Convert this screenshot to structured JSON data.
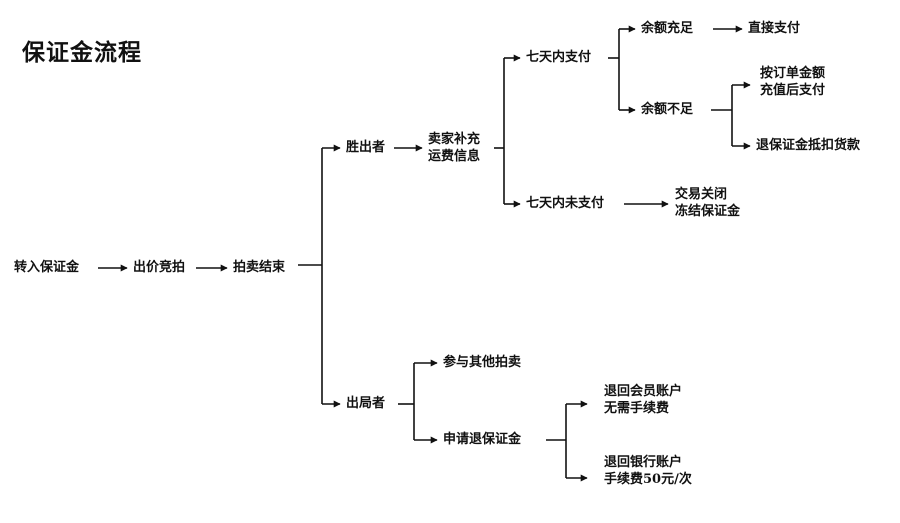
{
  "title": "保证金流程",
  "nodes": {
    "transfer_deposit": "转入保证金",
    "bid": "出价竞拍",
    "auction_end": "拍卖结束",
    "winner": "胜出者",
    "seller_supplement": [
      "卖家补充",
      "运费信息"
    ],
    "pay_within_7_days": "七天内支付",
    "balance_sufficient": "余额充足",
    "direct_pay": "直接支付",
    "balance_insufficient": "余额不足",
    "topup_then_pay": [
      "按订单金额",
      "充值后支付"
    ],
    "refund_deduct": "退保证金抵扣货款",
    "not_paid_within_7_days": "七天内未支付",
    "trade_closed": [
      "交易关闭",
      "冻结保证金"
    ],
    "loser": "出局者",
    "join_other_auction": "参与其他拍卖",
    "apply_refund": "申请退保证金",
    "refund_member_account": [
      "退回会员账户",
      "无需手续费"
    ],
    "refund_bank_account": [
      "退回银行账户",
      "手续费50元/次"
    ]
  }
}
